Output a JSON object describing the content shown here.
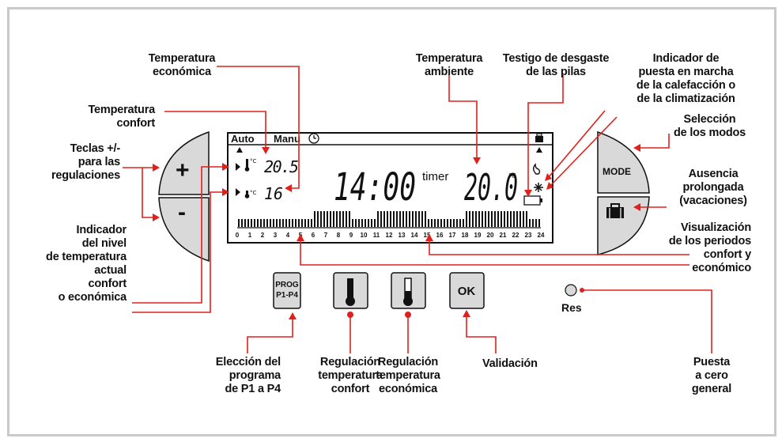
{
  "labels": {
    "temp_economica": [
      "Temperatura",
      "económica"
    ],
    "temp_ambiente": [
      "Temperatura",
      "ambiente"
    ],
    "testigo_pilas": [
      "Testigo de desgaste",
      "de las pilas"
    ],
    "indicador_calefaccion": [
      "Indicador de",
      "puesta en marcha",
      "de la calefacción o",
      "de la climatización"
    ],
    "temp_confort": [
      "Temperatura",
      "confort"
    ],
    "seleccion_modos": [
      "Selección",
      "de los modos"
    ],
    "teclas": [
      "Teclas +/-",
      "para las",
      "regulaciones"
    ],
    "ausencia": [
      "Ausencia",
      "prolongada",
      "(vacaciones)"
    ],
    "indicador_nivel": [
      "Indicador",
      "del nivel",
      "de temperatura",
      "actual",
      "confort",
      "o económica"
    ],
    "visualizacion": [
      "Visualización",
      "de los periodos",
      "confort y",
      "económico"
    ],
    "eleccion_programa": [
      "Elección del",
      "programa",
      "de P1 a P4"
    ],
    "regulacion_confort": [
      "Regulación",
      "temperatura",
      "confort"
    ],
    "regulacion_economica": [
      "Regulación",
      "temperatura",
      "económica"
    ],
    "validacion": [
      "Validación"
    ],
    "puesta_cero": [
      "Puesta",
      "a cero",
      "general"
    ]
  },
  "device": {
    "plus_key": "+",
    "minus_key": "-",
    "mode_key": "MODE",
    "prog_key": [
      "PROG",
      "P1-P4"
    ],
    "ok_key": "OK",
    "reset_label": "Res"
  },
  "lcd": {
    "auto": "Auto",
    "manu": "Manu",
    "comfort_temp": "20.5",
    "eco_temp": "16",
    "deg_c": "°C",
    "time": "14:00",
    "timer": "timer",
    "ambient_temp": "20.0",
    "hours": [
      "0",
      "1",
      "2",
      "3",
      "4",
      "5",
      "6",
      "7",
      "8",
      "9",
      "10",
      "11",
      "12",
      "13",
      "14",
      "15",
      "16",
      "17",
      "18",
      "19",
      "20",
      "21",
      "22",
      "23",
      "24"
    ]
  },
  "colors": {
    "leader_line": "#e0201c",
    "button_gray": "#d9d9d9",
    "frame": "#c9c9c9"
  }
}
